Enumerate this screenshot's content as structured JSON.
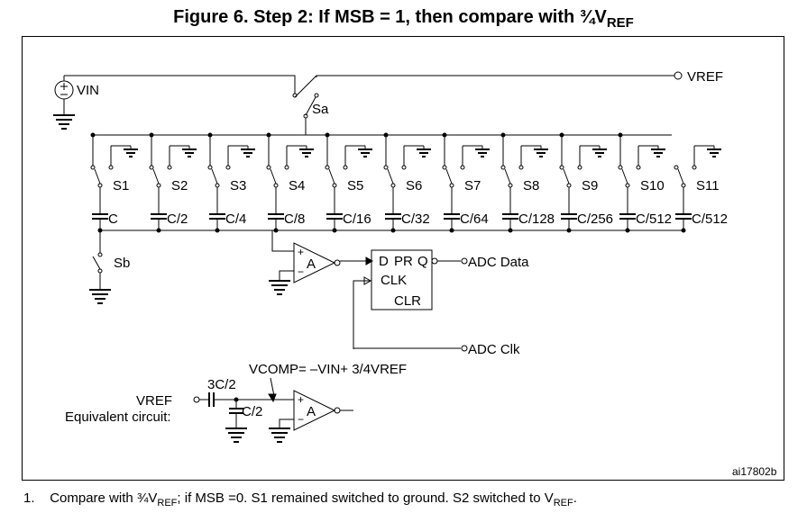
{
  "title": {
    "prefix": "Figure 6. Step 2: If MSB = 1, then compare with ",
    "fraction": "¾",
    "v": "V",
    "sub": "REF"
  },
  "circuit": {
    "vin_label": "VIN",
    "vref_label": "VREF",
    "sa_label": "Sa",
    "sb_label": "Sb",
    "switches": [
      "S1",
      "S2",
      "S3",
      "S4",
      "S5",
      "S6",
      "S7",
      "S8",
      "S9",
      "S10",
      "S11"
    ],
    "capacitors": [
      "C",
      "C/2",
      "C/4",
      "C/8",
      "C/16",
      "C/32",
      "C/64",
      "C/128",
      "C/256",
      "C/512",
      "C/512"
    ],
    "comparator_label": "A",
    "plus_sign": "+",
    "minus_sign": "−",
    "flipflop": {
      "d": "D",
      "pr": "PR",
      "q": "Q",
      "clk": "CLK",
      "clr": "CLR"
    },
    "adc_data": "ADC Data",
    "adc_clk": "ADC Clk",
    "equivalent": {
      "vcomp": "VCOMP= –VIN+ 3/4VREF",
      "series_cap": "3C/2",
      "shunt_cap": "C/2",
      "vref": "VREF",
      "caption": "Equivalent circuit:"
    },
    "code": "ai17802b"
  },
  "footnote": {
    "num": "1.",
    "t1": "Compare with ¾V",
    "s1": "REF",
    "t2": "; if MSB =0. S1 remained switched to ground. S2 switched to V",
    "s2": "REF",
    "t3": "."
  }
}
